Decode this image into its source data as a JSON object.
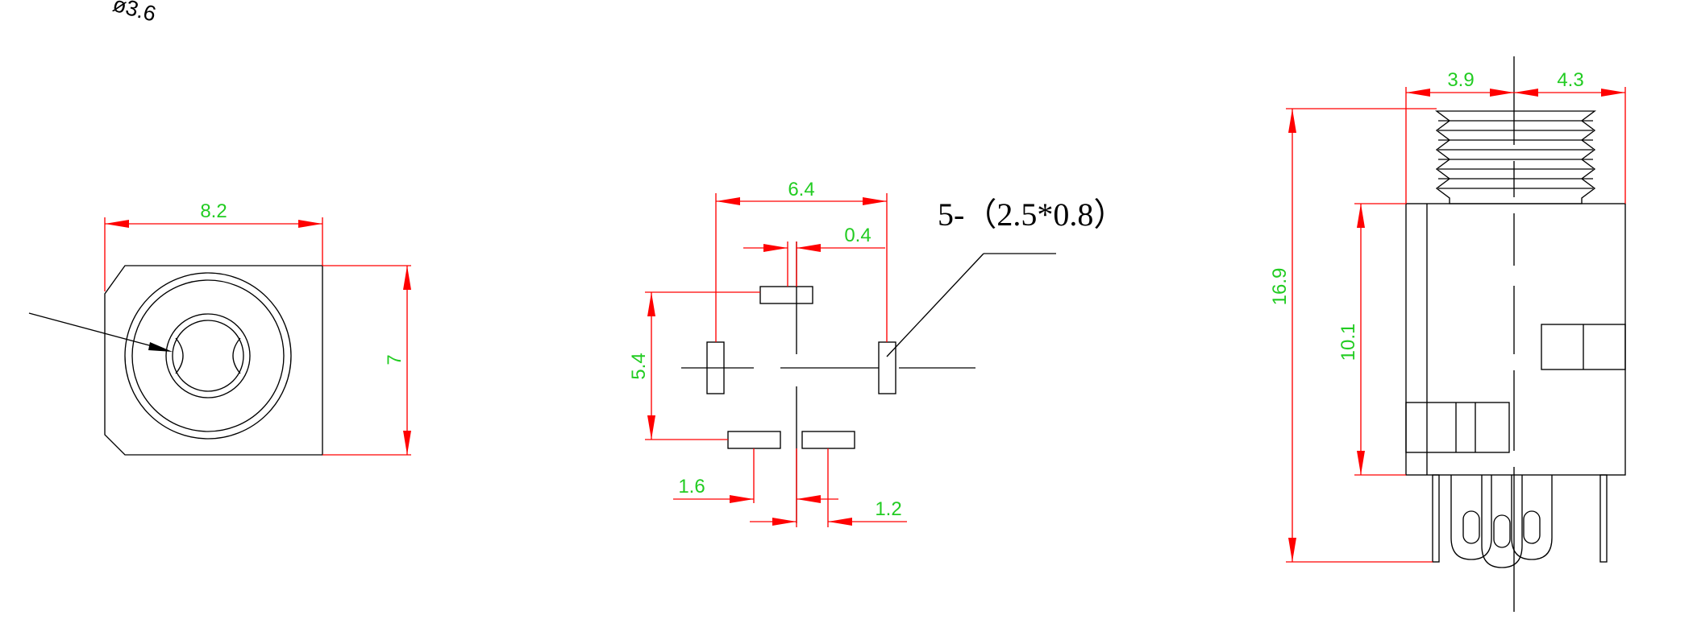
{
  "colors": {
    "outline": "#000000",
    "dimension_line": "#ff0000",
    "dimension_text": "#22cc22"
  },
  "front_view": {
    "width_dim": "8.2",
    "height_dim": "7",
    "hole_dia": "ø3.6"
  },
  "footprint_view": {
    "pitch_x": "6.4",
    "pin_width": "0.4",
    "pitch_y": "5.4",
    "offset_left": "1.6",
    "offset_right": "1.2",
    "pad_note": "5-（2.5*0.8）"
  },
  "side_view": {
    "thread_left": "3.9",
    "thread_right": "4.3",
    "total_height": "16.9",
    "body_height": "10.1"
  }
}
